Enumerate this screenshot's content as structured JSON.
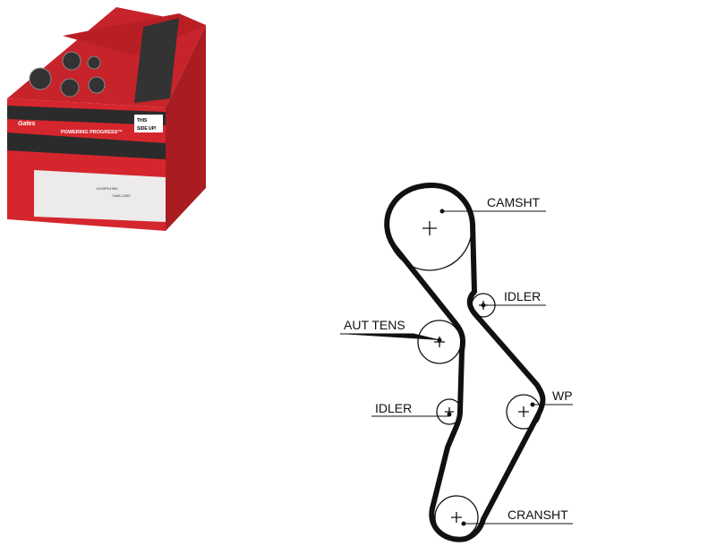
{
  "product_box": {
    "brand": "Gates",
    "slogan": "POWERING PROGRESS™",
    "orientation_label_line1": "THIS",
    "orientation_label_line2": "SIDE UP!",
    "part_number": "K015PK1050",
    "barcode_text": "7AAK-1050"
  },
  "diagram": {
    "labels": {
      "camshaft": "CAMSHT",
      "idler_top": "IDLER",
      "tensioner": "AUT TENS",
      "idler_bottom": "IDLER",
      "water_pump": "WP",
      "crankshaft": "CRANSHT"
    }
  },
  "colors": {
    "box_red": "#d5262d",
    "box_dark": "#2b2b2b",
    "belt": "#111111"
  }
}
